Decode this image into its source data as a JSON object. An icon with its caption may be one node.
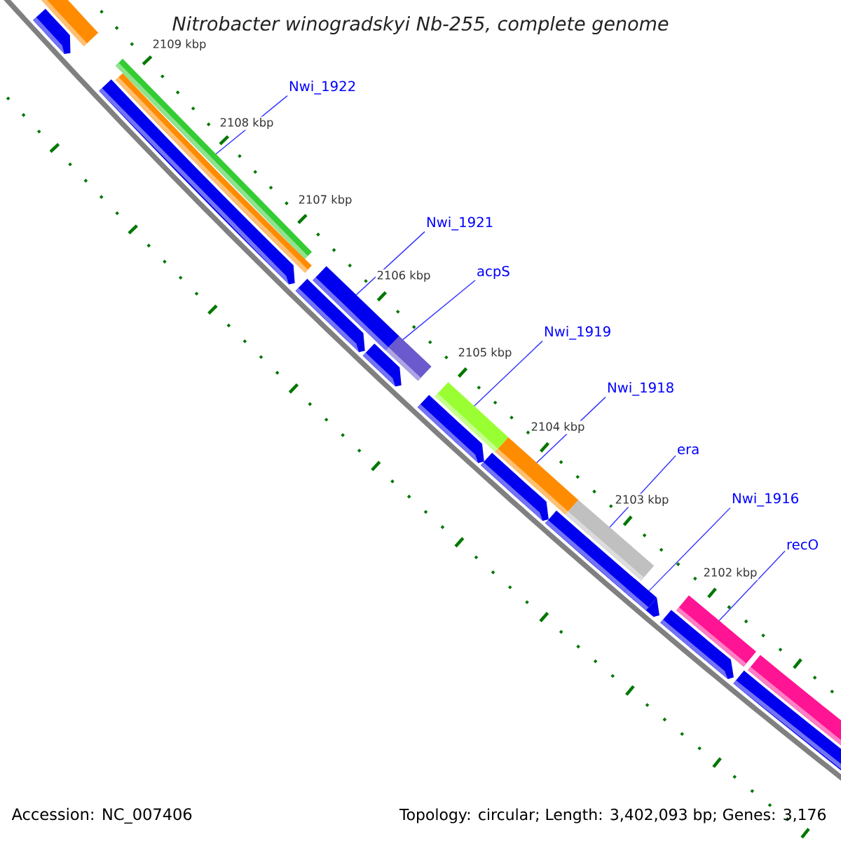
{
  "diagram": {
    "title": "Nitrobacter winogradskyi Nb-255, complete genome",
    "nodes": [
      {
        "text": [
          "Nwi_1922"
        ]
      },
      {
        "text": [
          "Nwi_1921"
        ]
      },
      {
        "text": [
          "acpS"
        ]
      },
      {
        "text": [
          "Nwi_1919"
        ]
      },
      {
        "text": [
          "Nwi_1918"
        ]
      },
      {
        "text": [
          "era"
        ]
      },
      {
        "text": [
          "Nwi_1916"
        ]
      },
      {
        "text": [
          "recO"
        ]
      },
      {
        "text": [],
        "shape": "bar"
      },
      {
        "text": [],
        "shape": "bar"
      },
      {
        "text": [],
        "shape": "bar"
      },
      {
        "text": [],
        "shape": "bar"
      },
      {
        "text": [],
        "shape": "bar"
      },
      {
        "text": [],
        "shape": "bar"
      },
      {
        "text": [],
        "shape": "bar"
      },
      {
        "text": [],
        "shape": "bar"
      }
    ],
    "edges": [
      {
        "from": 0,
        "to": 8,
        "arrow": "none"
      },
      {
        "from": 1,
        "to": 9,
        "arrow": "none"
      },
      {
        "from": 2,
        "to": 10,
        "arrow": "none"
      },
      {
        "from": 3,
        "to": 11,
        "arrow": "none"
      },
      {
        "from": 4,
        "to": 12,
        "arrow": "none"
      },
      {
        "from": 5,
        "to": 13,
        "arrow": "none"
      },
      {
        "from": 6,
        "to": 14,
        "arrow": "none"
      },
      {
        "from": 7,
        "to": 15,
        "arrow": "none"
      }
    ],
    "labels": [
      "2109 kbp",
      "2108 kbp",
      "2107 kbp",
      "2106 kbp",
      "2105 kbp",
      "2104 kbp",
      "2103 kbp",
      "2102 kbp",
      "Accession: NC_007406",
      "Topology: circular; Length: 3,402,093 bp; Genes: 3,176"
    ]
  }
}
